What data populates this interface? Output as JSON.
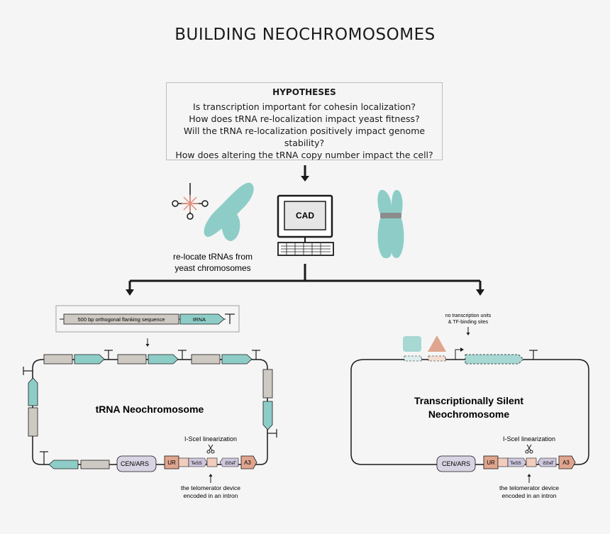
{
  "title": "BUILDING NEOCHROMOSOMES",
  "hypotheses": {
    "heading": "HYPOTHESES",
    "lines": [
      "Is transcription important for cohesin localization?",
      "How does tRNA re-localization impact yeast fitness?",
      "Will the tRNA re-localization positively impact genome stability?",
      "How does altering the tRNA copy number impact the cell?"
    ]
  },
  "cad_label": "CAD",
  "relocate_label": [
    "re-locate tRNAs from",
    "yeast chromosomes"
  ],
  "flank": {
    "sequence_label": "500 bp orthogonal flanking sequence",
    "trna_label": "tRNA"
  },
  "silent_note": [
    "no transcription units",
    "& TF-binding sites"
  ],
  "left_chrom": {
    "title": "tRNA Neochromosome",
    "cen_label": "CEN/ARS",
    "ur_label": "UR",
    "tess_label": "TeSS",
    "tess_rev_label": "TeSS",
    "a3_label": "A3",
    "isce_label": "I-SceI linearization",
    "telomerator_note": [
      "the telomerator device",
      "encoded in an intron"
    ]
  },
  "right_chrom": {
    "title": [
      "Transcriptionally Silent",
      "Neochromosome"
    ],
    "cen_label": "CEN/ARS",
    "ur_label": "UR",
    "tess_label": "TeSS",
    "tess_rev_label": "TeSS",
    "a3_label": "A3",
    "isce_label": "I-SceI linearization",
    "telomerator_note": [
      "the telomerator device",
      "encoded in an intron"
    ]
  },
  "colors": {
    "teal": "#8ecdc7",
    "grey_block": "#cfc9c3",
    "salmon": "#e0a58e",
    "cen_purple": "#d9d4e3",
    "tess_purple": "#cdc6dc",
    "pink_light": "#f0cdbd",
    "line": "#1a1a1a"
  },
  "icons": [
    "trna-cloverleaf-icon",
    "scissors-icon",
    "computer-icon",
    "chromosome-icon",
    "terminator-icon",
    "promoter-arrow-icon"
  ]
}
